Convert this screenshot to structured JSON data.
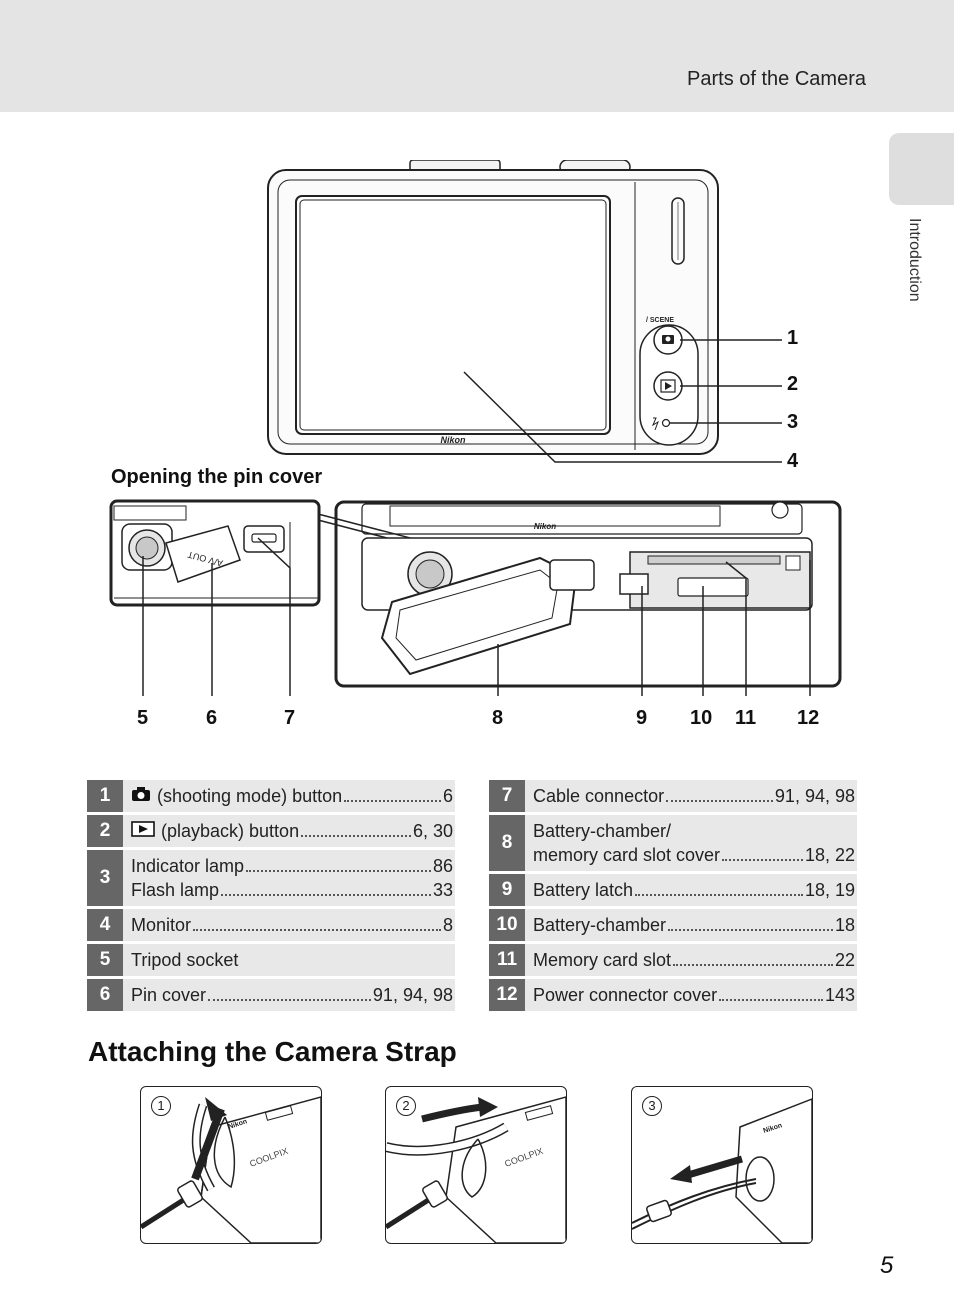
{
  "header": {
    "title": "Parts of the Camera"
  },
  "side_tab": {
    "label": "Introduction"
  },
  "camera_figure": {
    "callouts": [
      "1",
      "2",
      "3",
      "4"
    ],
    "mode_label": "/ SCENE",
    "brand": "Nikon"
  },
  "pin_cover": {
    "heading": "Opening the pin cover",
    "callouts": [
      "5",
      "6",
      "7",
      "8",
      "9",
      "10",
      "11",
      "12"
    ],
    "port_label": "A/V OUT",
    "brand": "Nikon"
  },
  "parts_left": [
    {
      "num": "1",
      "lines": [
        {
          "text": "(shooting mode) button",
          "pages": "6"
        }
      ],
      "icon": "camera-icon"
    },
    {
      "num": "2",
      "lines": [
        {
          "text": "(playback) button",
          "pages": "6, 30"
        }
      ],
      "icon": "playback-icon"
    },
    {
      "num": "3",
      "lines": [
        {
          "text": "Indicator lamp",
          "pages": "86"
        },
        {
          "text": "Flash lamp",
          "pages": "33"
        }
      ]
    },
    {
      "num": "4",
      "lines": [
        {
          "text": "Monitor",
          "pages": "8"
        }
      ]
    },
    {
      "num": "5",
      "lines": [
        {
          "text": "Tripod socket",
          "pages": ""
        }
      ]
    },
    {
      "num": "6",
      "lines": [
        {
          "text": "Pin cover",
          "pages": "91, 94, 98"
        }
      ]
    }
  ],
  "parts_right": [
    {
      "num": "7",
      "lines": [
        {
          "text": "Cable connector",
          "pages": "91, 94, 98"
        }
      ]
    },
    {
      "num": "8",
      "lines": [
        {
          "text": "Battery-chamber/",
          "pages": ""
        },
        {
          "text": "memory card slot cover",
          "pages": "18, 22"
        }
      ]
    },
    {
      "num": "9",
      "lines": [
        {
          "text": "Battery latch",
          "pages": "18, 19"
        }
      ]
    },
    {
      "num": "10",
      "lines": [
        {
          "text": "Battery-chamber",
          "pages": "18"
        }
      ]
    },
    {
      "num": "11",
      "lines": [
        {
          "text": "Memory card slot",
          "pages": "22"
        }
      ]
    },
    {
      "num": "12",
      "lines": [
        {
          "text": "Power connector cover",
          "pages": "143"
        }
      ]
    }
  ],
  "strap_section": {
    "title": "Attaching the Camera Strap",
    "steps": [
      "1",
      "2",
      "3"
    ],
    "camera_brand": "Nikon",
    "camera_model": "COOLPIX"
  },
  "page_number": "5"
}
